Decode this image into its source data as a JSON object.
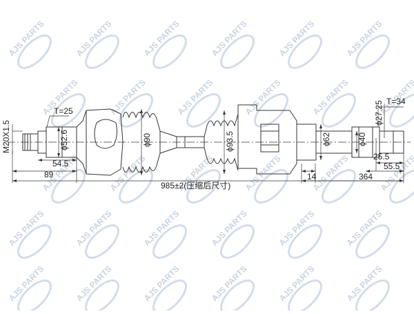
{
  "drawing": {
    "watermark_text": "AJS PARTS",
    "labels": {
      "thread": "M20X1.5",
      "t_left": "T=25",
      "t_right": "T=34",
      "d_52_6": "ϕ52.6",
      "d_90": "ϕ90",
      "d_93_5": "ϕ93.5",
      "d_62": "ϕ62",
      "d_40": "ϕ40",
      "d_27_25": "ϕ27.25",
      "len_54_5": "54.5",
      "len_89": "89",
      "len_14": "14",
      "len_364": "364",
      "len_25_5": "25.5",
      "len_55_5": "55.5",
      "total_length": "985±2(压缩后尺寸)"
    },
    "colors": {
      "line": "#333333",
      "watermark": "#c9d3e2",
      "background": "#ffffff"
    }
  }
}
